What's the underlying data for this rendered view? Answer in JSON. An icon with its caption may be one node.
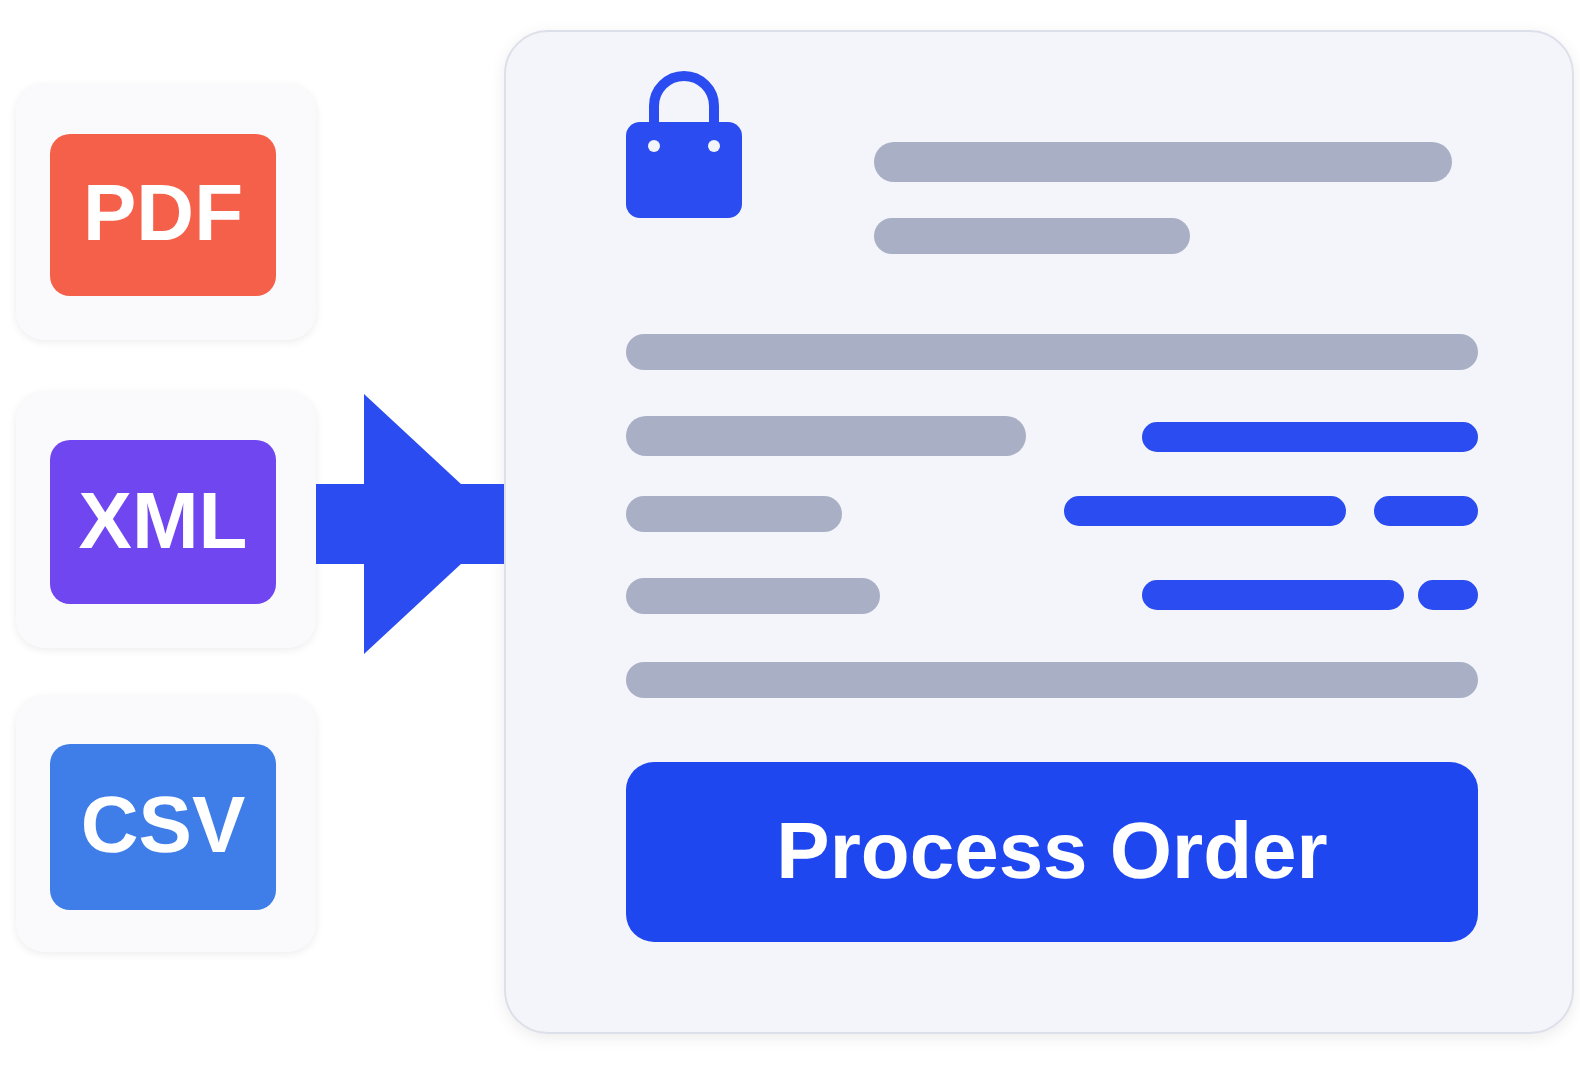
{
  "diagram": {
    "nodes": [
      {
        "text": [
          "PDF"
        ]
      },
      {
        "text": [
          "XML"
        ]
      },
      {
        "text": [
          "CSV"
        ]
      },
      {
        "text": [],
        "shape": "box"
      },
      {
        "text": [
          "Process Order"
        ],
        "in": 3
      }
    ],
    "edges": [
      {
        "from": 1,
        "to": 3,
        "arrow": "to"
      }
    ]
  }
}
